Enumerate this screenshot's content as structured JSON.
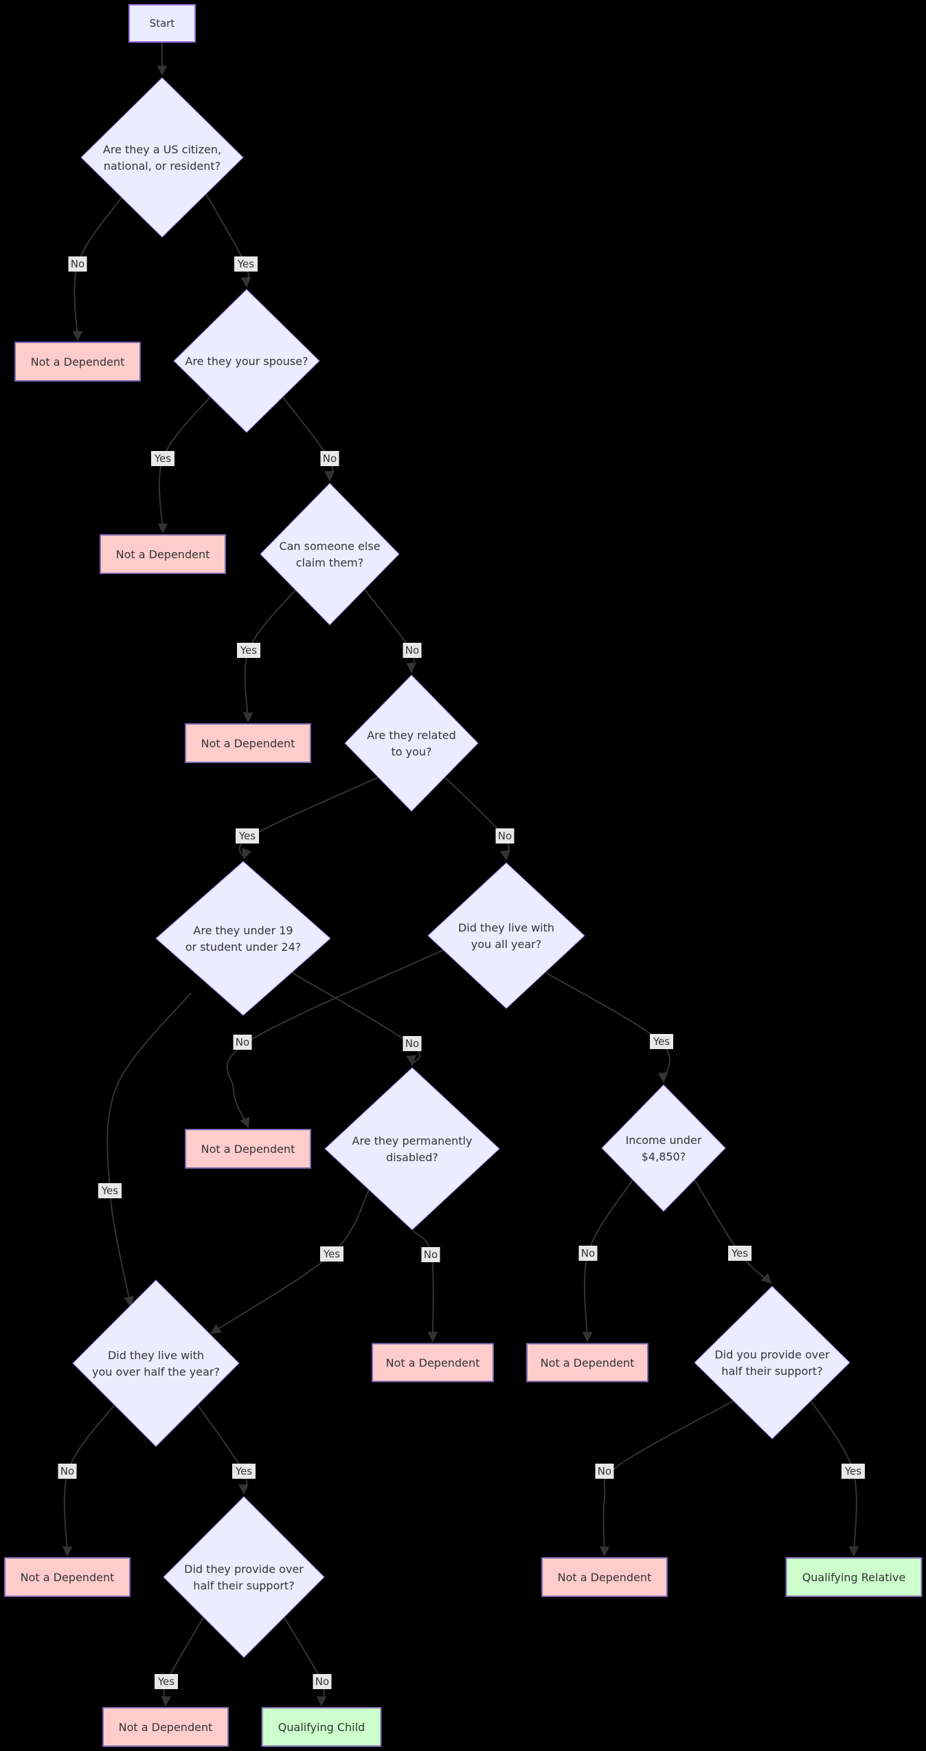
{
  "diagram": {
    "type": "flowchart",
    "direction": "top-down",
    "background": "#000000",
    "palette": {
      "decision_fill": "#ECECFF",
      "decision_stroke": "#9370DB",
      "start_fill": "#ECECFF",
      "start_stroke": "#9370DB",
      "fail_fill": "#FFCCCC",
      "fail_stroke": "#7B68AE",
      "success_fill": "#CCFFCC",
      "success_stroke": "#7B68AE",
      "edge_color": "#333333",
      "edge_label_bg": "#E8E8E8",
      "text_color": "#333333"
    },
    "nodes": [
      {
        "id": "start",
        "kind": "start",
        "lines": [
          "Start"
        ]
      },
      {
        "id": "q_citizen",
        "kind": "decision",
        "lines": [
          "Are they a US citizen,",
          "national, or resident?"
        ]
      },
      {
        "id": "nad_1",
        "kind": "fail",
        "lines": [
          "Not a Dependent"
        ]
      },
      {
        "id": "q_spouse",
        "kind": "decision",
        "lines": [
          "Are they your spouse?"
        ]
      },
      {
        "id": "nad_2",
        "kind": "fail",
        "lines": [
          "Not a Dependent"
        ]
      },
      {
        "id": "q_claim",
        "kind": "decision",
        "lines": [
          "Can someone else",
          "claim them?"
        ]
      },
      {
        "id": "nad_3",
        "kind": "fail",
        "lines": [
          "Not a Dependent"
        ]
      },
      {
        "id": "q_related",
        "kind": "decision",
        "lines": [
          "Are they related",
          "to you?"
        ]
      },
      {
        "id": "q_under19",
        "kind": "decision",
        "lines": [
          "Are they under 19",
          "or student under 24?"
        ]
      },
      {
        "id": "q_allyear",
        "kind": "decision",
        "lines": [
          "Did they live with",
          "you all year?"
        ]
      },
      {
        "id": "nad_4",
        "kind": "fail",
        "lines": [
          "Not a Dependent"
        ]
      },
      {
        "id": "q_disabled",
        "kind": "decision",
        "lines": [
          "Are they permanently",
          "disabled?"
        ]
      },
      {
        "id": "q_income",
        "kind": "decision",
        "lines": [
          "Income under",
          "$4,850?"
        ]
      },
      {
        "id": "q_halfyear",
        "kind": "decision",
        "lines": [
          "Did they live with",
          "you over half the year?"
        ]
      },
      {
        "id": "nad_5",
        "kind": "fail",
        "lines": [
          "Not a Dependent"
        ]
      },
      {
        "id": "nad_6",
        "kind": "fail",
        "lines": [
          "Not a Dependent"
        ]
      },
      {
        "id": "q_you_support",
        "kind": "decision",
        "lines": [
          "Did you provide over",
          "half their support?"
        ]
      },
      {
        "id": "nad_7",
        "kind": "fail",
        "lines": [
          "Not a Dependent"
        ]
      },
      {
        "id": "q_they_support",
        "kind": "decision",
        "lines": [
          "Did they provide over",
          "half their support?"
        ]
      },
      {
        "id": "nad_8",
        "kind": "fail",
        "lines": [
          "Not a Dependent"
        ]
      },
      {
        "id": "qual_relative",
        "kind": "success",
        "lines": [
          "Qualifying Relative"
        ]
      },
      {
        "id": "nad_9",
        "kind": "fail",
        "lines": [
          "Not a Dependent"
        ]
      },
      {
        "id": "qual_child",
        "kind": "success",
        "lines": [
          "Qualifying Child"
        ]
      }
    ],
    "edges": [
      {
        "from": "start",
        "to": "q_citizen",
        "label": ""
      },
      {
        "from": "q_citizen",
        "to": "nad_1",
        "label": "No"
      },
      {
        "from": "q_citizen",
        "to": "q_spouse",
        "label": "Yes"
      },
      {
        "from": "q_spouse",
        "to": "nad_2",
        "label": "Yes"
      },
      {
        "from": "q_spouse",
        "to": "q_claim",
        "label": "No"
      },
      {
        "from": "q_claim",
        "to": "nad_3",
        "label": "Yes"
      },
      {
        "from": "q_claim",
        "to": "q_related",
        "label": "No"
      },
      {
        "from": "q_related",
        "to": "q_under19",
        "label": "Yes"
      },
      {
        "from": "q_related",
        "to": "q_allyear",
        "label": "No"
      },
      {
        "from": "q_under19",
        "to": "q_halfyear",
        "label": "Yes"
      },
      {
        "from": "q_under19",
        "to": "q_disabled",
        "label": "No"
      },
      {
        "from": "q_allyear",
        "to": "nad_4",
        "label": "No"
      },
      {
        "from": "q_allyear",
        "to": "q_income",
        "label": "Yes"
      },
      {
        "from": "q_disabled",
        "to": "q_halfyear",
        "label": "Yes"
      },
      {
        "from": "q_disabled",
        "to": "nad_5",
        "label": "No"
      },
      {
        "from": "q_income",
        "to": "nad_6",
        "label": "No"
      },
      {
        "from": "q_income",
        "to": "q_you_support",
        "label": "Yes"
      },
      {
        "from": "q_halfyear",
        "to": "nad_7",
        "label": "No"
      },
      {
        "from": "q_halfyear",
        "to": "q_they_support",
        "label": "Yes"
      },
      {
        "from": "q_you_support",
        "to": "nad_8",
        "label": "No"
      },
      {
        "from": "q_you_support",
        "to": "qual_relative",
        "label": "Yes"
      },
      {
        "from": "q_they_support",
        "to": "nad_9",
        "label": "Yes"
      },
      {
        "from": "q_they_support",
        "to": "qual_child",
        "label": "No"
      }
    ]
  }
}
